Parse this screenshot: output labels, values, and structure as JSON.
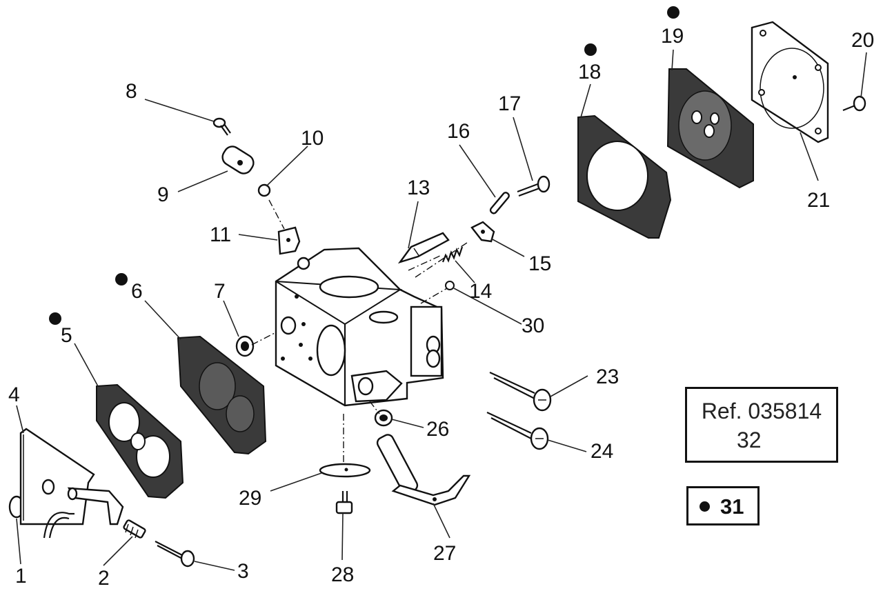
{
  "diagram": {
    "reference": {
      "line1": "Ref. 035814",
      "line2": "32"
    },
    "legend": {
      "marker": "bullet",
      "number": "31"
    },
    "parts": {
      "p1": "1",
      "p2": "2",
      "p3": "3",
      "p4": "4",
      "p5": "5",
      "p6": "6",
      "p7": "7",
      "p8": "8",
      "p9": "9",
      "p10": "10",
      "p11": "11",
      "p13": "13",
      "p14": "14",
      "p15": "15",
      "p16": "16",
      "p17": "17",
      "p18": "18",
      "p19": "19",
      "p20": "20",
      "p21": "21",
      "p23": "23",
      "p24": "24",
      "p26": "26",
      "p27": "27",
      "p28": "28",
      "p29": "29",
      "p30": "30"
    },
    "marked_parts": [
      "5",
      "6",
      "18",
      "19"
    ]
  }
}
